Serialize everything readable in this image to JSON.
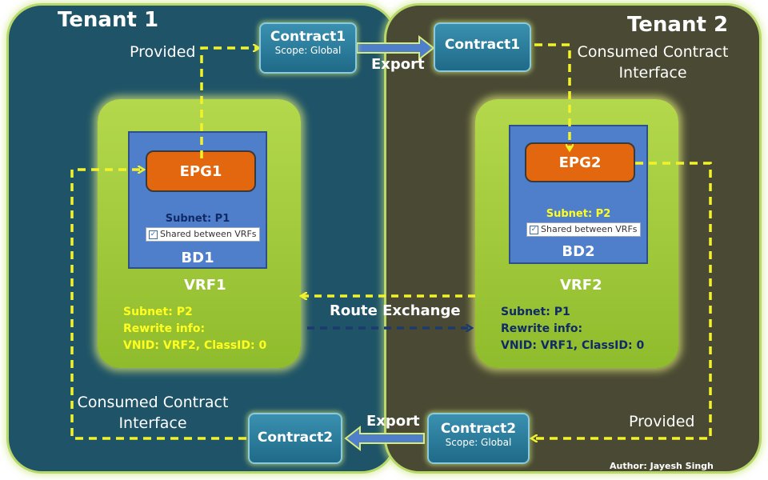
{
  "tenant1": {
    "title": "Tenant 1",
    "provided_label": "Provided",
    "consumed_label_line1": "Consumed Contract",
    "consumed_label_line2": "Interface",
    "contract_top": {
      "name": "Contract1",
      "scope": "Scope: Global"
    },
    "contract_bottom": {
      "name": "Contract2"
    },
    "epg": "EPG1",
    "bd": {
      "subnet": "Subnet: P1",
      "shared": "Shared between VRFs",
      "name": "BD1"
    },
    "vrf": {
      "name": "VRF1",
      "info": [
        "Subnet: P2",
        "Rewrite info:",
        "VNID: VRF2, ClassID: 0"
      ]
    }
  },
  "tenant2": {
    "title": "Tenant 2",
    "provided_label": "Provided",
    "consumed_label_line1": "Consumed Contract",
    "consumed_label_line2": "Interface",
    "contract_top": {
      "name": "Contract1"
    },
    "contract_bottom": {
      "name": "Contract2",
      "scope": "Scope: Global"
    },
    "epg": "EPG2",
    "bd": {
      "subnet": "Subnet: P2",
      "shared": "Shared between VRFs",
      "name": "BD2"
    },
    "vrf": {
      "name": "VRF2",
      "info": [
        "Subnet: P1",
        "Rewrite info:",
        "VNID: VRF1, ClassID: 0"
      ]
    }
  },
  "export_top": "Export",
  "export_bottom": "Export",
  "route_exchange": "Route Exchange",
  "author": "Author: Jayesh Singh",
  "colors": {
    "tenant1_bg": "#1f5468",
    "tenant2_bg": "#4a4a34",
    "vrf_green": "#9cc83a",
    "bd_blue": "#4f7ecb",
    "epg_orange": "#e2670f",
    "contract_teal": "#2a7fa0",
    "yellow_dash": "#f2f22a",
    "blue_dash": "#1c3a6e",
    "info_yellow": "#ffff22",
    "info_navy": "#0f2a66"
  }
}
